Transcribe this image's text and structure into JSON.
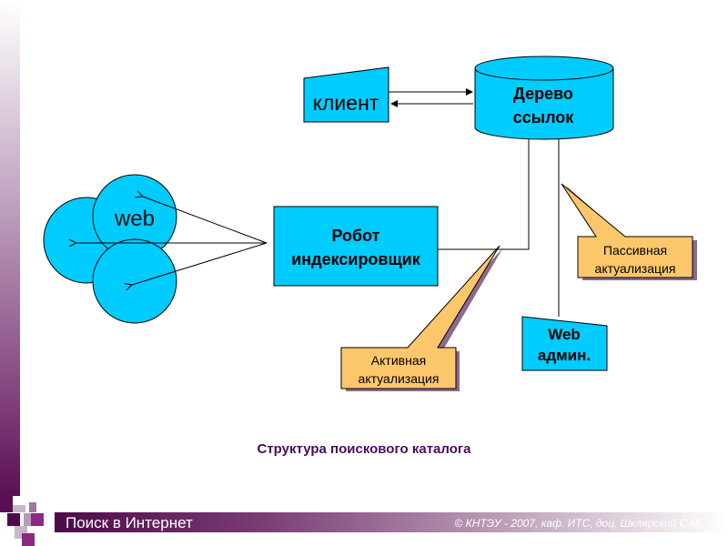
{
  "diagram": {
    "client": "клиент",
    "tree_line1": "Дерево",
    "tree_line2": "ссылок",
    "web": "web",
    "robot_line1": "Робот",
    "robot_line2": "индексировщик",
    "active_line1": "Активная",
    "active_line2": "актуализация",
    "passive_line1": "Пассивная",
    "passive_line2": "актуализация",
    "webadmin_line1": "Web",
    "webadmin_line2": "админ.",
    "caption": "Структура поискового каталога"
  },
  "footer": {
    "title": "Поиск в Интернет",
    "copyright": "© КНТЭУ - 2007, каф. ИТС, доц. Шклярский С.М."
  },
  "colors": {
    "shape": "#00ccff",
    "callout": "#fcc76a",
    "accent": "#5a0f55"
  }
}
